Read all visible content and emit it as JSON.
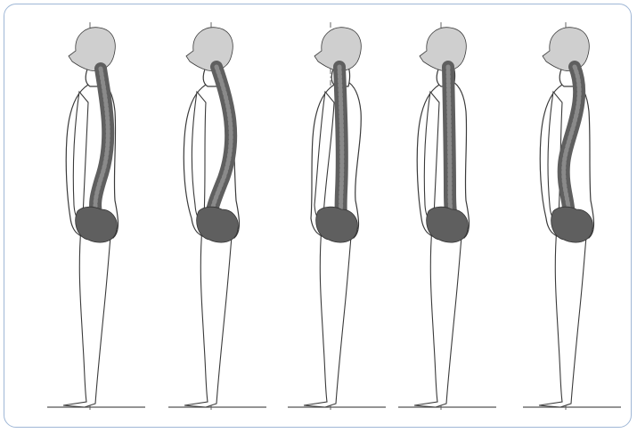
{
  "figure": {
    "kind": "posture comparison illustration",
    "count": 5,
    "spine_color": "#5f5f5f",
    "frame_color": "#9fb7d6",
    "figures": [
      {
        "id": 1,
        "spine_curve": "normal"
      },
      {
        "id": 2,
        "spine_curve": "exaggerated-lordosis"
      },
      {
        "id": 3,
        "spine_curve": "flat-back"
      },
      {
        "id": 4,
        "spine_curve": "straight"
      },
      {
        "id": 5,
        "spine_curve": "sway-back"
      }
    ]
  }
}
